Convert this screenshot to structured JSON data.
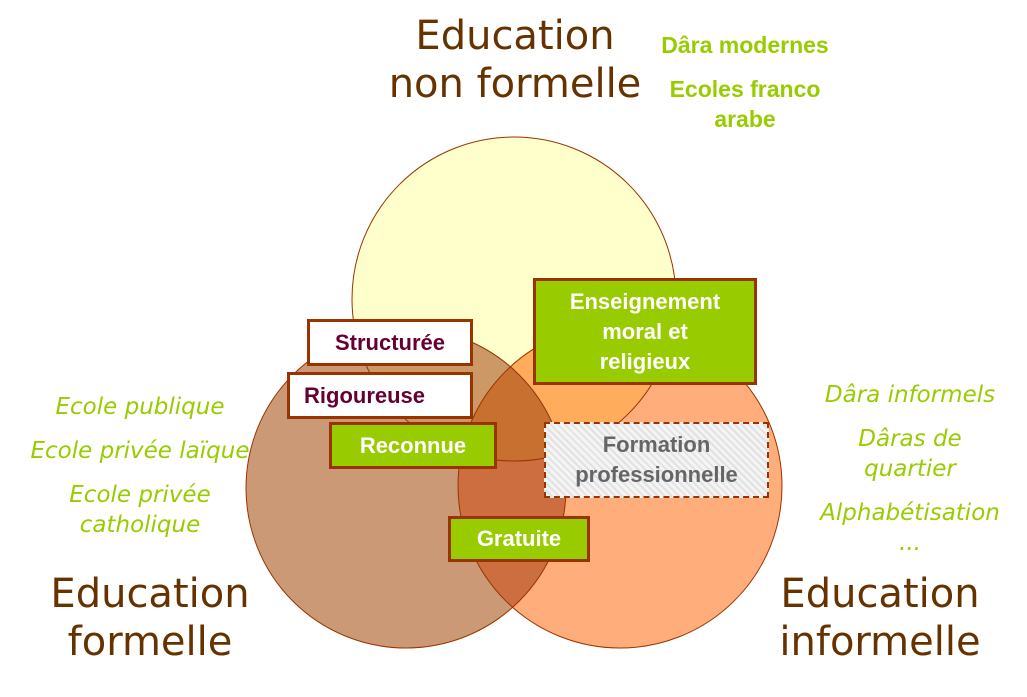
{
  "titles": {
    "non_formelle": [
      "Education",
      "non formelle"
    ],
    "formelle": [
      "Education",
      "formelle"
    ],
    "informelle": [
      "Education",
      "informelle"
    ]
  },
  "examples": {
    "non_formelle": [
      "Dâra modernes",
      "Ecoles franco",
      "arabe"
    ],
    "formelle": [
      "Ecole publique",
      "Ecole privée laïque",
      "Ecole privée",
      "catholique"
    ],
    "informelle": [
      "Dâra informels",
      "Dâras de",
      "quartier",
      "Alphabétisation",
      "..."
    ]
  },
  "labels": {
    "structuree": "Structurée",
    "rigoureuse": "Rigoureuse",
    "reconnue": "Reconnue",
    "gratuite": "Gratuite",
    "enseignement": [
      "Enseignement",
      "moral et",
      "religieux"
    ],
    "formation": [
      "Formation",
      "professionnelle"
    ]
  },
  "colors": {
    "title": "#663300",
    "accent_green": "#99CC00",
    "circle_non_formelle": "#FFFFCC",
    "circle_formelle": "#CC9977",
    "circle_informelle": "#FFAD7A"
  }
}
